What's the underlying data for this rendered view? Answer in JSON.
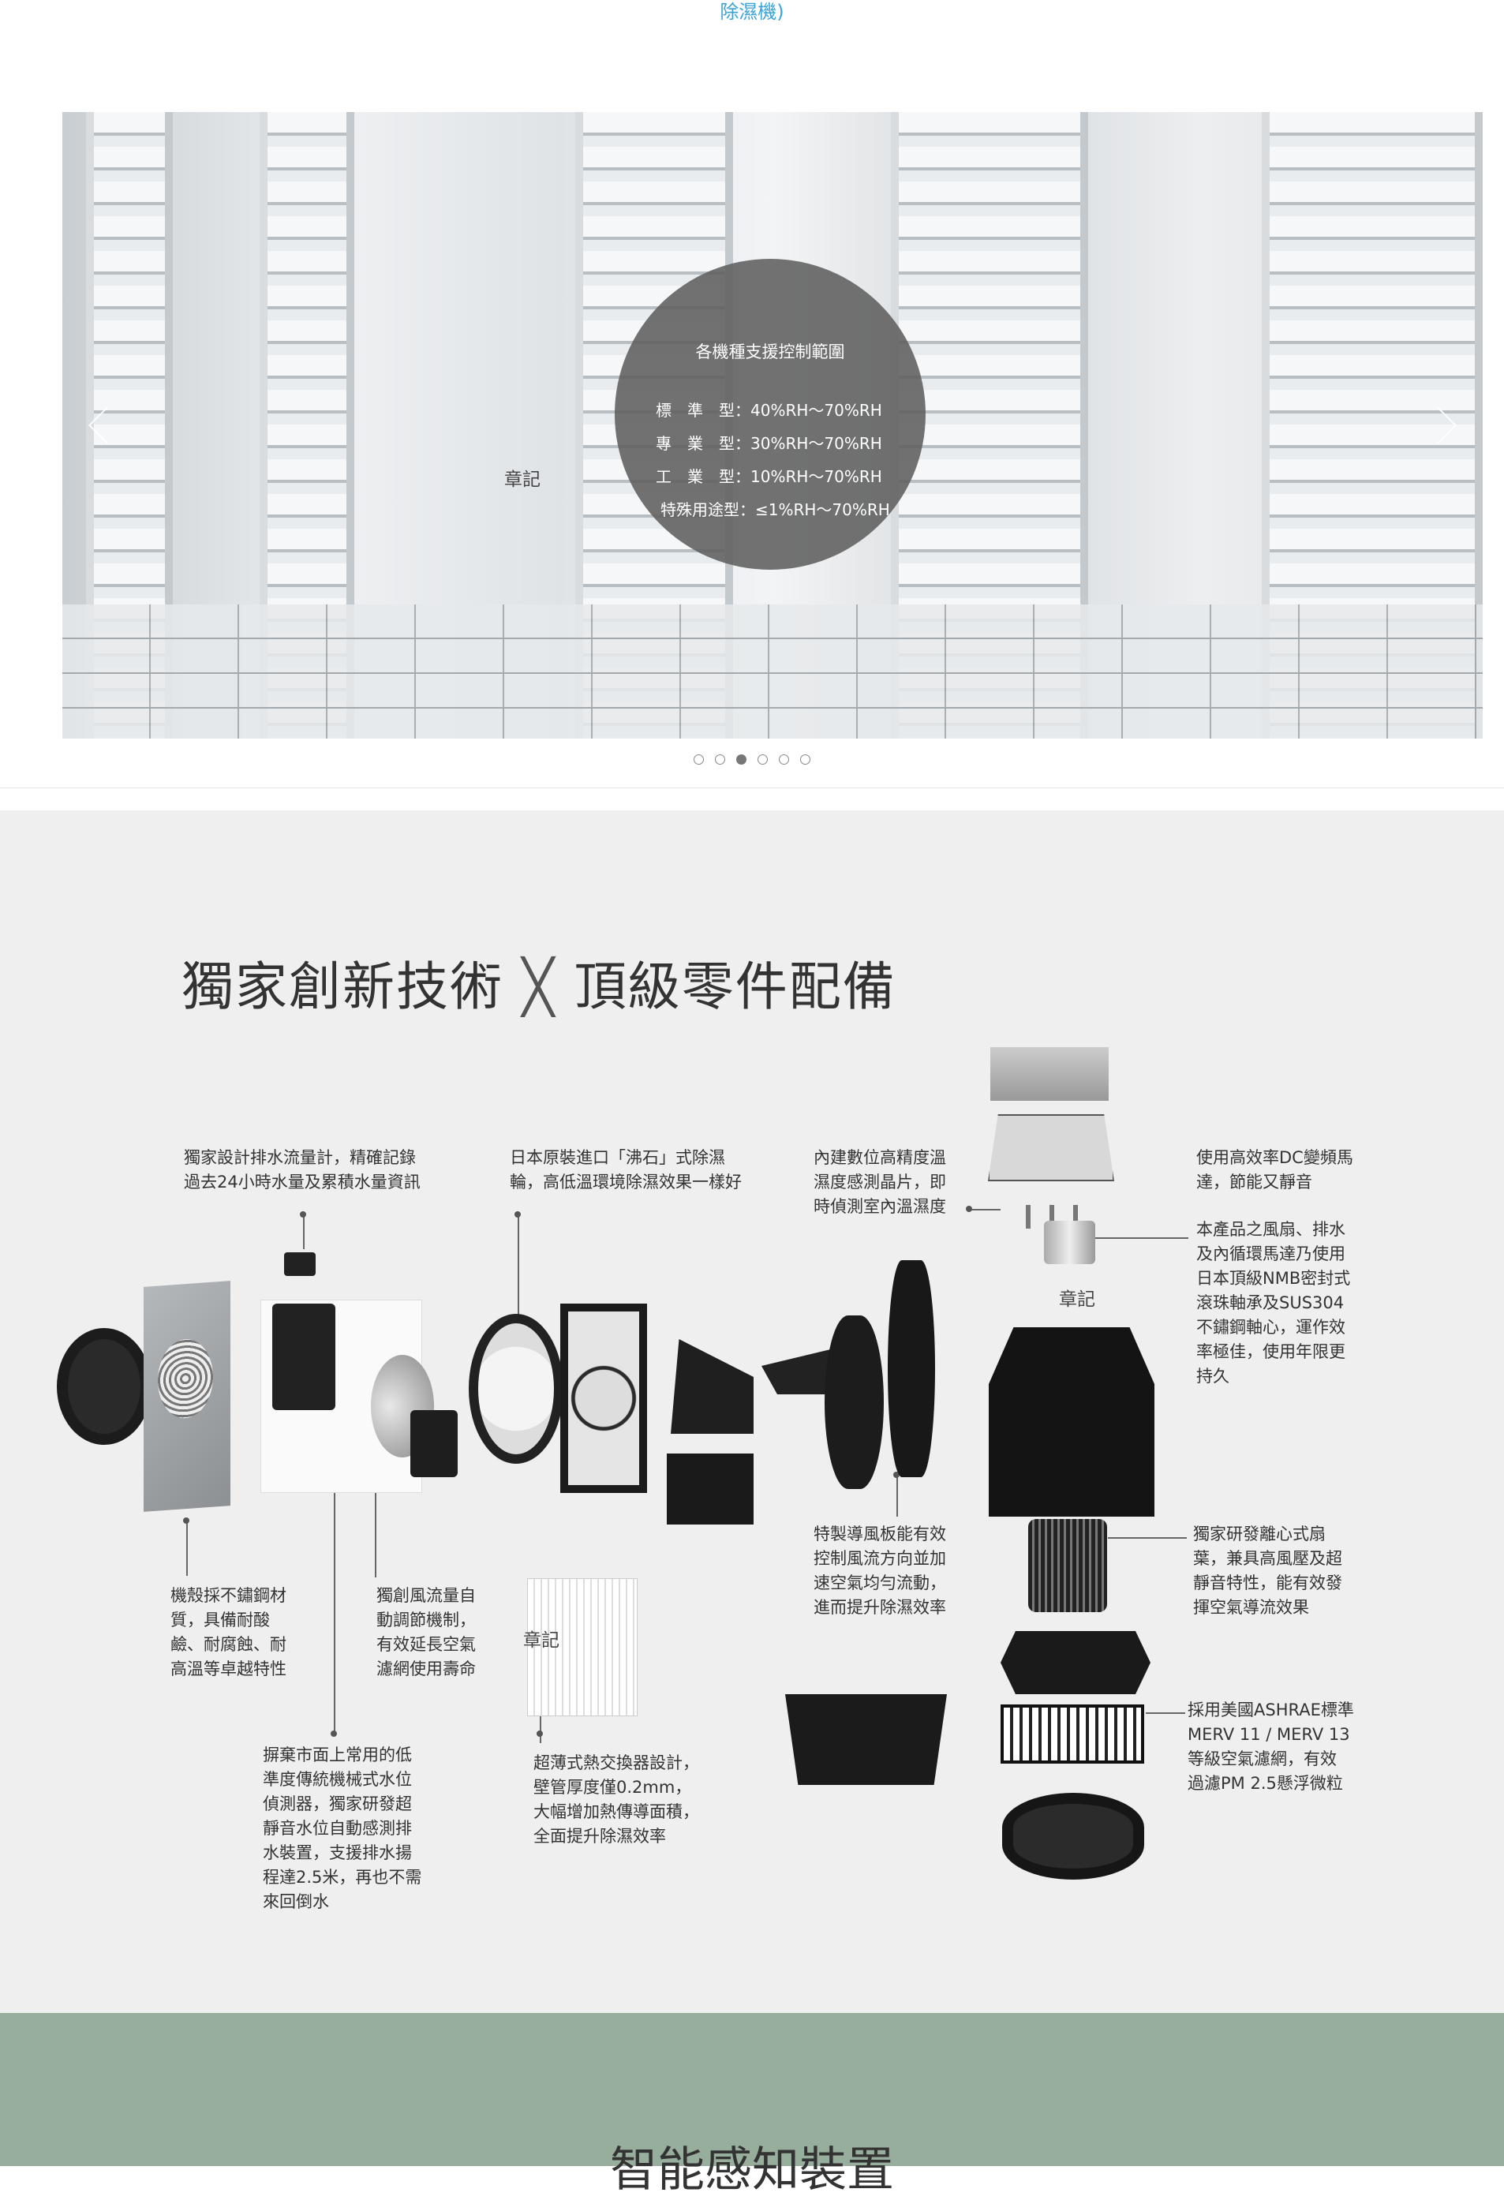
{
  "top_link": "除濕機)",
  "slider": {
    "circle_title": "各機種支援控制範圍",
    "rows": [
      "標　準　型：40%RH～70%RH",
      "專　業　型：30%RH～70%RH",
      "工　業　型：10%RH～70%RH",
      "特殊用途型：≤1%RH～70%RH"
    ],
    "image_label": "章記",
    "dot_count": 6,
    "active_dot": 2
  },
  "tech": {
    "title_left": "獨家創新技術",
    "title_x": "╳",
    "title_right": "頂級零件配備",
    "notes": {
      "flow_meter": "獨家設計排水流量計，精確記錄\n過去24小時水量及累積水量資訊",
      "zeolite": "日本原裝進口「沸石」式除濕\n輪，高低溫環境除濕效果一樣好",
      "sensor": "內建數位高精度溫\n濕度感測晶片，即\n時偵測室內溫濕度",
      "dc_motor": "使用高效率DC變頻馬\n達，節能又靜音",
      "bearing": "本產品之風扇、排水\n及內循環馬達乃使用\n日本頂級NMB密封式\n滾珠軸承及SUS304\n不鏽鋼軸心，運作效\n率極佳，使用年限更\n持久",
      "stainless": "機殼採不鏽鋼材\n質，具備耐酸\n鹼、耐腐蝕、耐\n高溫等卓越特性",
      "airflow": "獨創風流量自\n動調節機制，\n有效延長空氣\n濾網使用壽命",
      "water_level": "摒棄市面上常用的低\n準度傳統機械式水位\n偵測器，獨家研發超\n靜音水位自動感測排\n水裝置，支援排水揚\n程達2.5米，再也不需\n來回倒水",
      "heat_exchanger": "超薄式熱交換器設計，\n壁管厚度僅0.2mm，\n大幅增加熱傳導面積，\n全面提升除濕效率",
      "guide_plate": "特製導風板能有效\n控制風流方向並加\n速空氣均勻流動，\n進而提升除濕效率",
      "centrifugal": "獨家研發離心式扇\n葉，兼具高風壓及超\n靜音特性，能有效發\n揮空氣導流效果",
      "filter": "採用美國ASHRAE標準\nMERV 11 / MERV 13\n等級空氣濾網，有效\n過濾PM 2.5懸浮微粒"
    },
    "stamp_1": "章記",
    "stamp_2": "章記"
  },
  "bottom_title": "智能感知裝置"
}
